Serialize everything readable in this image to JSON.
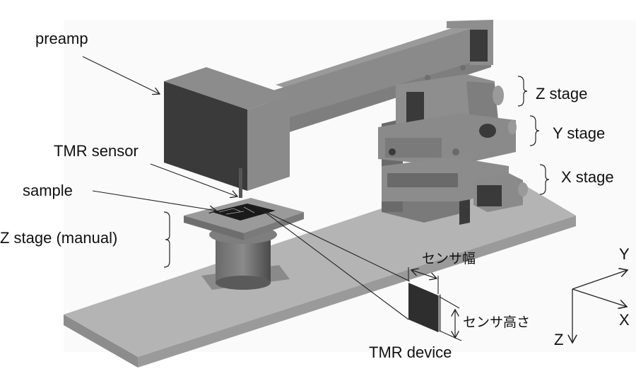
{
  "figure": {
    "labels": {
      "preamp": "preamp",
      "tmr_sensor": "TMR sensor",
      "sample": "sample",
      "z_stage_manual": "Z stage (manual)",
      "z_stage": "Z stage",
      "y_stage": "Y stage",
      "x_stage": "X stage",
      "sensor_width": "センサ幅",
      "sensor_height": "センサ高さ",
      "tmr_device": "TMR device"
    },
    "axes": {
      "x": "X",
      "y": "Y",
      "z": "Z"
    },
    "colors": {
      "background": "#ffffff",
      "render_bg": "#fafafa",
      "base_plate_top": "#b4b4b4",
      "base_plate_side": "#8c8c8c",
      "metal_light": "#8e8e8e",
      "metal_mid": "#7a7a7a",
      "metal_dark": "#3a3a3a",
      "line": "#222222"
    }
  }
}
